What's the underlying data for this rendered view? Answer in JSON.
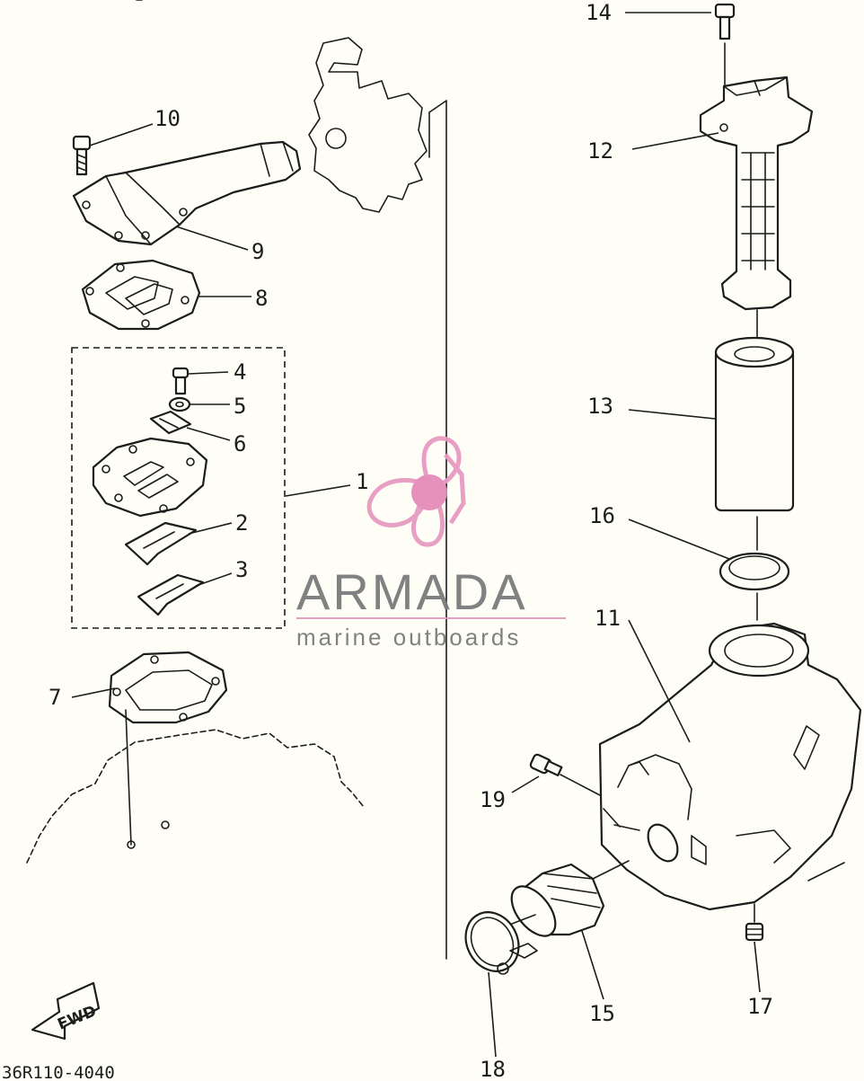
{
  "watermark": {
    "title": "ARMADA",
    "subtitle": "marine outboards",
    "colors": {
      "logo": "#e79ac2",
      "logo_center": "#e58bb9",
      "text": "#7b7b7b"
    }
  },
  "diagram_code": "36R110-4040",
  "direction_tag": "FWD",
  "callouts": [
    "1",
    "2",
    "3",
    "4",
    "5",
    "6",
    "7",
    "8",
    "9",
    "10",
    "11",
    "12",
    "13",
    "14",
    "15",
    "16",
    "17",
    "18",
    "19"
  ]
}
